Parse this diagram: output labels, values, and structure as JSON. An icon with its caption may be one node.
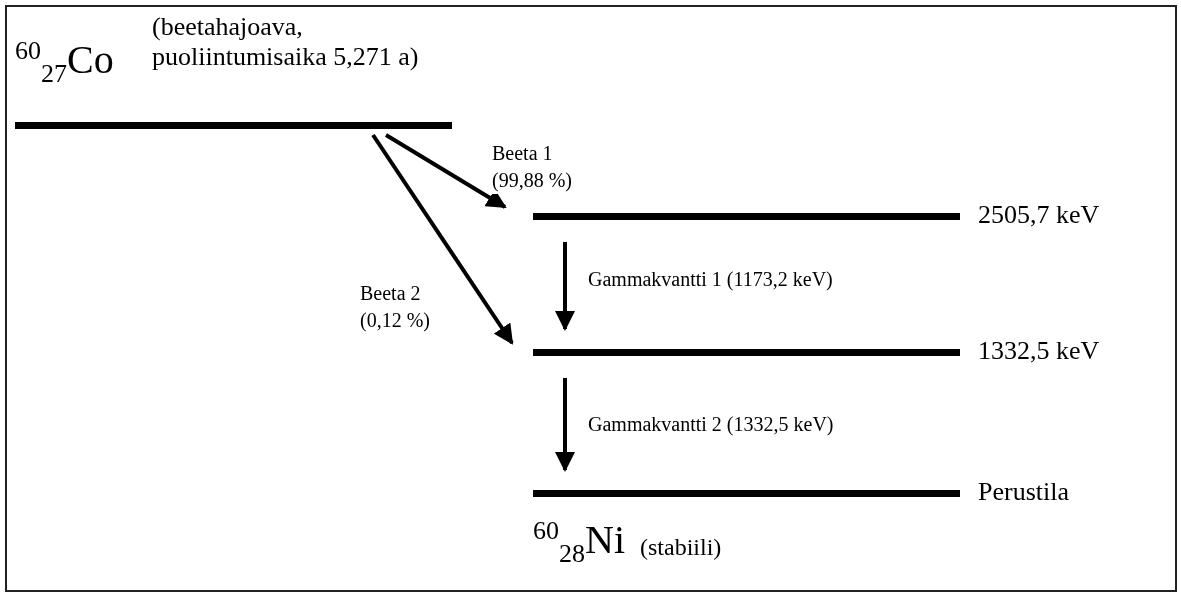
{
  "diagram": {
    "nodes": [
      {
        "text": [],
        "shape": "bar",
        "beside": [
          "$^{60}$$_{27}$Co",
          "(beetahajoava, puoliintumisaika 5,271 a)"
        ]
      },
      {
        "text": [],
        "shape": "bar",
        "beside": [
          "2505,7 keV"
        ]
      },
      {
        "text": [],
        "shape": "bar",
        "beside": [
          "1332,5 keV"
        ]
      },
      {
        "text": [],
        "shape": "bar",
        "beside": [
          "Perustila",
          "$^{60}$$_{28}$Ni",
          "(stabiili)"
        ]
      }
    ],
    "edges": [
      {
        "from": 0,
        "to": 1,
        "arrow": "to",
        "label": "Beeta 1 (99,88 %)"
      },
      {
        "from": 0,
        "to": 2,
        "arrow": "to",
        "label": "Beeta 2 (0,12 %)"
      },
      {
        "from": 1,
        "to": 2,
        "arrow": "to",
        "label": "Gammakvantti 1 (1173,2 keV)"
      },
      {
        "from": 2,
        "to": 3,
        "arrow": "to",
        "label": "Gammakvantti 2 (1332,5 keV)"
      }
    ]
  }
}
